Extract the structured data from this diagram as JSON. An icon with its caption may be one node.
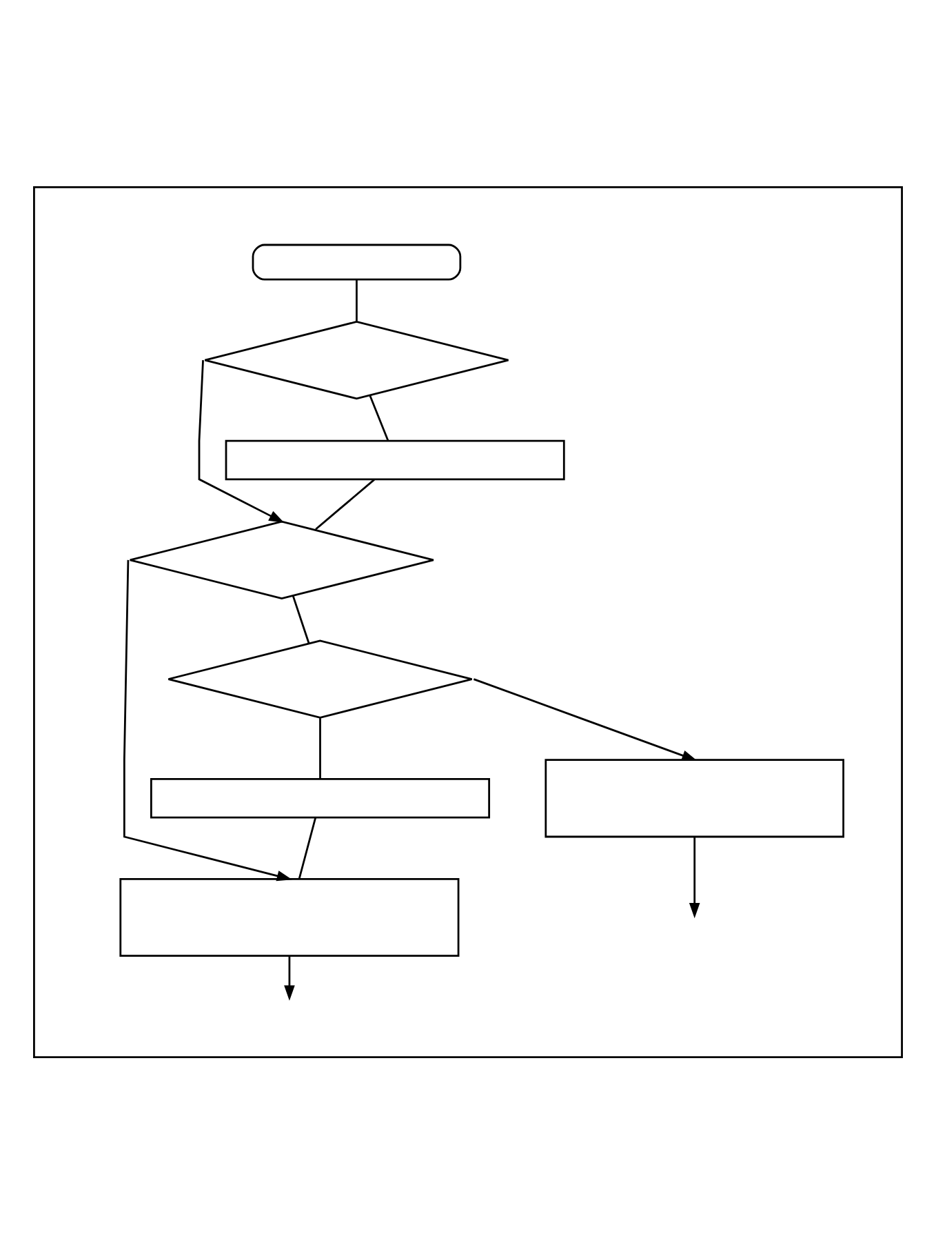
{
  "diagram": {
    "nodes": [
      {
        "text": [],
        "shape": "box"
      },
      {
        "text": [],
        "shape": "capsule",
        "in": 0
      },
      {
        "text": [],
        "shape": "diamond",
        "in": 0
      },
      {
        "text": [],
        "shape": "box",
        "in": 0
      },
      {
        "text": [],
        "shape": "diamond",
        "in": 0
      },
      {
        "text": [],
        "shape": "diamond",
        "in": 0
      },
      {
        "text": [],
        "shape": "box",
        "in": 0
      },
      {
        "text": [],
        "shape": "box",
        "in": 0
      },
      {
        "text": [],
        "shape": "box",
        "in": 0
      }
    ],
    "edges": [
      {
        "from": 1,
        "to": 2,
        "arrow": "none"
      },
      {
        "from": 2,
        "to": 3,
        "arrow": "none"
      },
      {
        "from": 2,
        "to": 4,
        "arrow": "to"
      },
      {
        "from": 3,
        "to": 4,
        "arrow": "none"
      },
      {
        "from": 4,
        "to": 5,
        "arrow": "none"
      },
      {
        "from": 4,
        "to": 8,
        "arrow": "to"
      },
      {
        "from": 5,
        "to": 6,
        "arrow": "none"
      },
      {
        "from": 5,
        "to": 7,
        "arrow": "to"
      },
      {
        "from": 6,
        "to": 8,
        "arrow": "none"
      },
      {
        "from": 8,
        "to": null,
        "arrow": "to"
      },
      {
        "from": 7,
        "to": null,
        "arrow": "to"
      }
    ]
  }
}
